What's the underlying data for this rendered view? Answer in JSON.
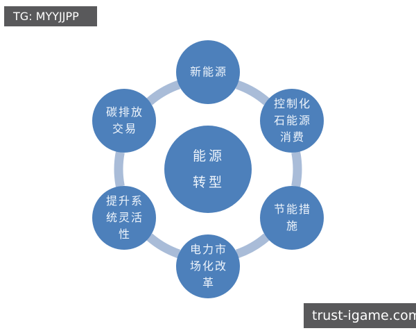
{
  "watermarks": {
    "tg": "TG: MYYJJPP",
    "site": "trust-igame.com"
  },
  "diagram": {
    "type": "cycle",
    "center": {
      "label": "能源转型",
      "lines": [
        "能源",
        "转型"
      ]
    },
    "nodes": [
      {
        "id": "new-energy",
        "position": "top",
        "label": "新能源",
        "lines": [
          "新能源"
        ]
      },
      {
        "id": "control-fossil",
        "position": "top-right",
        "label": "控制化石能源消费",
        "lines": [
          "控制化",
          "石能源",
          "消费"
        ]
      },
      {
        "id": "energy-saving",
        "position": "bottom-right",
        "label": "节能措施",
        "lines": [
          "节能措",
          "施"
        ]
      },
      {
        "id": "power-market-reform",
        "position": "bottom",
        "label": "电力市场化改革",
        "lines": [
          "电力市",
          "场化改",
          "革"
        ]
      },
      {
        "id": "system-flexibility",
        "position": "bottom-left",
        "label": "提升系统灵活性",
        "lines": [
          "提升系",
          "统灵活",
          "性"
        ]
      },
      {
        "id": "carbon-trading",
        "position": "top-left",
        "label": "碳排放交易",
        "lines": [
          "碳排放",
          "交易"
        ]
      }
    ],
    "colors": {
      "node_fill": "#4d80bb",
      "node_text": "#eef4fb",
      "ring": "#a9bcd8",
      "watermark_bg": "#59595b",
      "watermark_text": "#ffffff"
    }
  }
}
